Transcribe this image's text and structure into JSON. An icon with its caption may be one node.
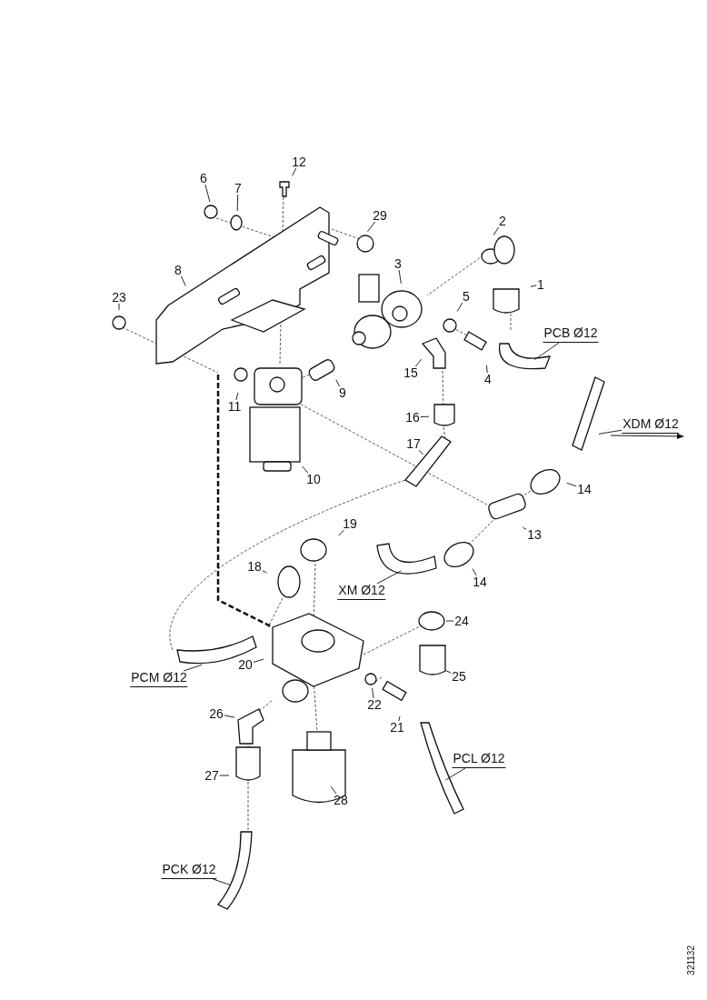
{
  "diagram": {
    "nodes": [
      {
        "text": [
          "12"
        ]
      },
      {
        "text": [
          "6"
        ]
      },
      {
        "text": [
          "7"
        ]
      },
      {
        "text": [
          "29"
        ]
      },
      {
        "text": [
          "2"
        ]
      },
      {
        "text": [
          "8"
        ]
      },
      {
        "text": [
          "3"
        ]
      },
      {
        "text": [
          "1"
        ]
      },
      {
        "text": [
          "23"
        ]
      },
      {
        "text": [
          "5"
        ]
      },
      {
        "text": [
          "PCB Ø12"
        ]
      },
      {
        "text": [
          "4"
        ]
      },
      {
        "text": [
          "15"
        ]
      },
      {
        "text": [
          "9"
        ]
      },
      {
        "text": [
          "11"
        ]
      },
      {
        "text": [
          "16"
        ]
      },
      {
        "text": [
          "XDM Ø12"
        ]
      },
      {
        "text": [
          "17"
        ]
      },
      {
        "text": [
          "10"
        ]
      },
      {
        "text": [
          "14"
        ]
      },
      {
        "text": [
          "19"
        ]
      },
      {
        "text": [
          "13"
        ]
      },
      {
        "text": [
          "18"
        ]
      },
      {
        "text": [
          "14"
        ]
      },
      {
        "text": [
          "XM Ø12"
        ]
      },
      {
        "text": [
          "24"
        ]
      },
      {
        "text": [
          "20"
        ]
      },
      {
        "text": [
          "PCM Ø12"
        ]
      },
      {
        "text": [
          "25"
        ]
      },
      {
        "text": [
          "22"
        ]
      },
      {
        "text": [
          "26"
        ]
      },
      {
        "text": [
          "21"
        ]
      },
      {
        "text": [
          "PCL Ø12"
        ]
      },
      {
        "text": [
          "27"
        ]
      },
      {
        "text": [
          "28"
        ]
      },
      {
        "text": [
          "PCK Ø12"
        ]
      }
    ],
    "edges": [
      {
        "from": 0,
        "to": null,
        "arrow": "none"
      },
      {
        "from": 1,
        "to": null,
        "arrow": "none"
      },
      {
        "from": 2,
        "to": null,
        "arrow": "none"
      },
      {
        "from": 3,
        "to": null,
        "arrow": "none"
      },
      {
        "from": 4,
        "to": null,
        "arrow": "none"
      },
      {
        "from": 5,
        "to": null,
        "arrow": "none"
      },
      {
        "from": 6,
        "to": null,
        "arrow": "none"
      },
      {
        "from": 7,
        "to": null,
        "arrow": "none"
      },
      {
        "from": 8,
        "to": null,
        "arrow": "none"
      },
      {
        "from": 9,
        "to": null,
        "arrow": "none"
      },
      {
        "from": 10,
        "to": null,
        "arrow": "none"
      },
      {
        "from": 11,
        "to": null,
        "arrow": "none"
      },
      {
        "from": 12,
        "to": null,
        "arrow": "none"
      },
      {
        "from": 13,
        "to": null,
        "arrow": "none"
      },
      {
        "from": 14,
        "to": null,
        "arrow": "none"
      },
      {
        "from": 15,
        "to": null,
        "arrow": "none"
      },
      {
        "from": 16,
        "to": null,
        "arrow": "none"
      },
      {
        "from": 17,
        "to": null,
        "arrow": "none"
      },
      {
        "from": 18,
        "to": null,
        "arrow": "none"
      },
      {
        "from": 19,
        "to": null,
        "arrow": "none"
      },
      {
        "from": 20,
        "to": null,
        "arrow": "none"
      },
      {
        "from": 21,
        "to": null,
        "arrow": "none"
      },
      {
        "from": 22,
        "to": null,
        "arrow": "none"
      },
      {
        "from": 23,
        "to": null,
        "arrow": "none"
      },
      {
        "from": 24,
        "to": null,
        "arrow": "none"
      },
      {
        "from": 25,
        "to": null,
        "arrow": "none"
      },
      {
        "from": 26,
        "to": null,
        "arrow": "none"
      },
      {
        "from": 27,
        "to": null,
        "arrow": "none"
      },
      {
        "from": 28,
        "to": null,
        "arrow": "none"
      },
      {
        "from": 29,
        "to": null,
        "arrow": "none"
      },
      {
        "from": 30,
        "to": null,
        "arrow": "none"
      },
      {
        "from": 31,
        "to": null,
        "arrow": "none"
      },
      {
        "from": 32,
        "to": null,
        "arrow": "none"
      },
      {
        "from": 33,
        "to": null,
        "arrow": "none"
      },
      {
        "from": 34,
        "to": null,
        "arrow": "none"
      },
      {
        "from": 35,
        "to": null,
        "arrow": "none"
      }
    ],
    "labels": [
      "321132"
    ]
  }
}
